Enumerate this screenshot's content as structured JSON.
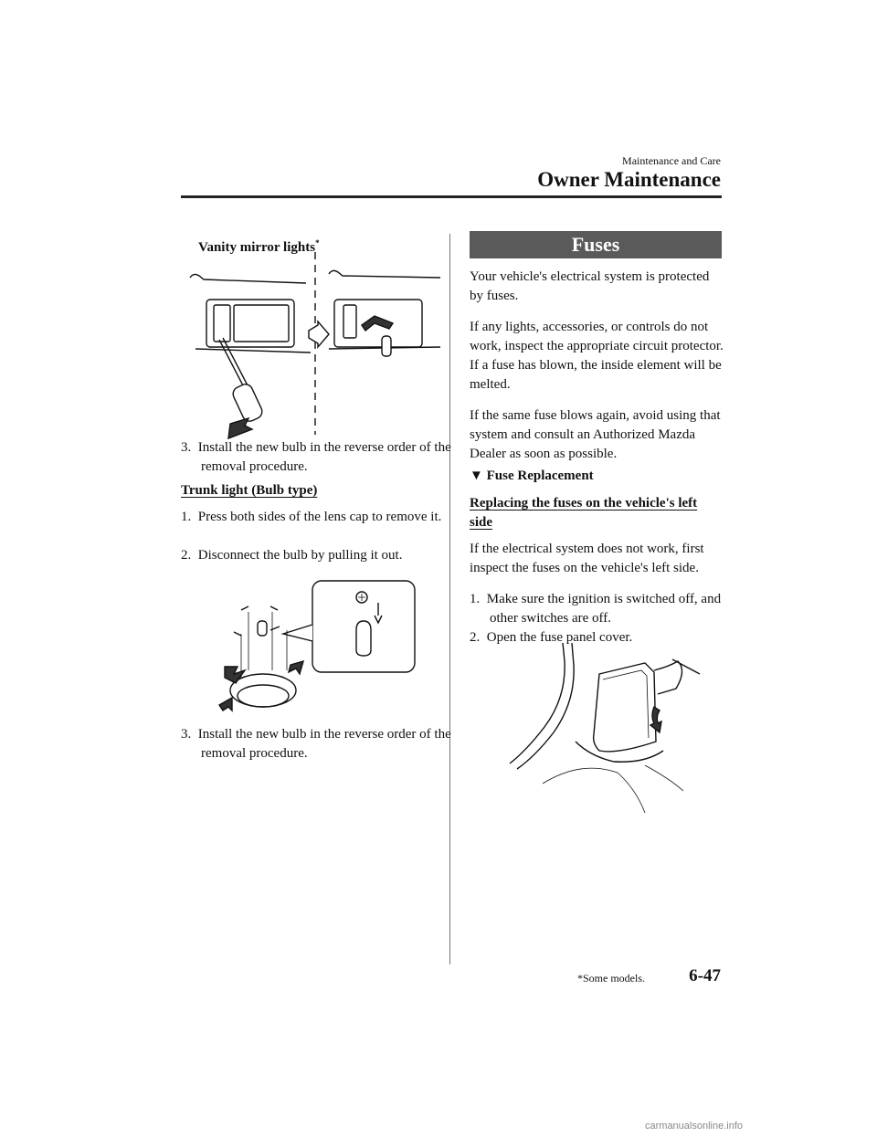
{
  "header": {
    "section": "Maintenance and Care",
    "chapter": "Owner Maintenance"
  },
  "left": {
    "vanity_heading": "Vanity mirror lights",
    "vanity_mark": "*",
    "step3a_num": "3.",
    "step3a": "Install the new bulb in the reverse order of the removal procedure.",
    "trunk_heading": "Trunk light (Bulb type)",
    "trunk_step1_num": "1.",
    "trunk_step1": "Press both sides of the lens cap to remove it.",
    "trunk_step2_num": "2.",
    "trunk_step2": "Disconnect the bulb by pulling it out.",
    "trunk_step3_num": "3.",
    "trunk_step3": "Install the new bulb in the reverse order of the removal procedure."
  },
  "right": {
    "banner": "Fuses",
    "p1": "Your vehicle's electrical system is protected by fuses.",
    "p2": "If any lights, accessories, or controls do not work, inspect the appropriate circuit protector. If a fuse has blown, the inside element will be melted.",
    "p3": "If the same fuse blows again, avoid using that system and consult an Authorized Mazda Dealer as soon as possible.",
    "sub_marker": "▼",
    "sub_heading": "Fuse Replacement",
    "left_side_heading": "Replacing the fuses on the vehicle's left side",
    "p4": "If the electrical system does not work, first inspect the fuses on the vehicle's left side.",
    "step1_num": "1.",
    "step1": "Make sure the ignition is switched off, and other switches are off.",
    "step2_num": "2.",
    "step2": "Open the fuse panel cover."
  },
  "footer": {
    "note": "*Some models.",
    "page": "6-47",
    "watermark": "carmanualsonline.info"
  }
}
